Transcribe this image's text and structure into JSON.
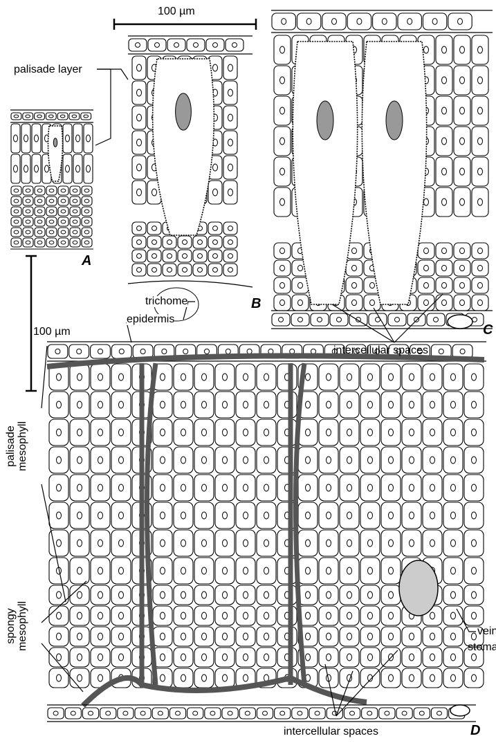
{
  "scale_bar_top": "100 µm",
  "scale_bar_left": "100 µm",
  "panels": {
    "a": "A",
    "b": "B",
    "c": "C",
    "d": "D"
  },
  "labels": {
    "palisade_layer": "palisade layer",
    "trichome": "trichome",
    "intercellular_spaces_c": "intercellular spaces",
    "epidermis": "epidermis",
    "palisade_mesophyll_1": "palisade",
    "palisade_mesophyll_2": "mesophyll",
    "spongy_mesophyll_1": "spongy",
    "spongy_mesophyll_2": "mesophyll",
    "vein": "vein",
    "stoma": "stoma",
    "intercellular_spaces_d": "intercellular spaces"
  }
}
